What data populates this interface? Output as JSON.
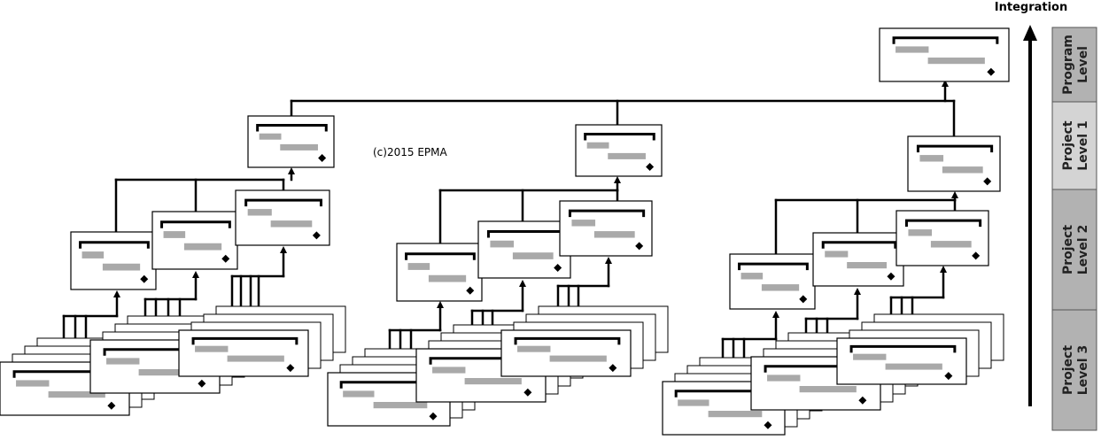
{
  "axis": {
    "title": "Integration"
  },
  "levels": [
    {
      "line1": "Program",
      "line2": "Level",
      "fill": "#b2b2b2"
    },
    {
      "line1": "Project",
      "line2": "Level 1",
      "fill": "#d4d4d4"
    },
    {
      "line1": "Project",
      "line2": "Level 2",
      "fill": "#b2b2b2"
    },
    {
      "line1": "Project",
      "line2": "Level 3",
      "fill": "#b2b2b2"
    }
  ],
  "copyright": "(c)2015 EPMA",
  "colors": {
    "stroke": "#000000",
    "bar": "#a9a9a9",
    "card": "#ffffff"
  },
  "schedule_icon": {
    "parts": [
      "summary-bracket",
      "task-bar",
      "task-bar",
      "milestone-diamond"
    ]
  },
  "projects": [
    {
      "id": "project-1",
      "level2_cards": 3,
      "level3_stacks": 3
    },
    {
      "id": "project-2",
      "level2_cards": 3,
      "level3_stacks": 3
    },
    {
      "id": "project-3",
      "level2_cards": 3,
      "level3_stacks": 3
    }
  ]
}
